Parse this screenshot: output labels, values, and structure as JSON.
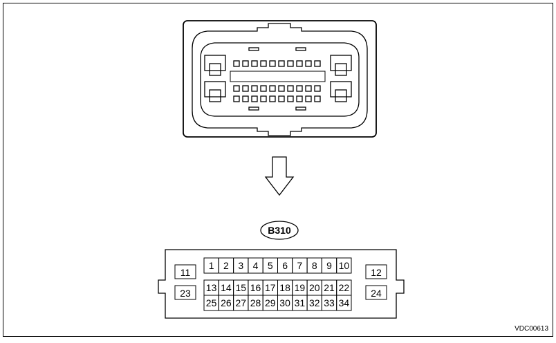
{
  "connector_label": "B310",
  "figure_code": "VDC00613",
  "pins": {
    "row1": [
      "1",
      "2",
      "3",
      "4",
      "5",
      "6",
      "7",
      "8",
      "9",
      "10"
    ],
    "row2": [
      "13",
      "14",
      "15",
      "16",
      "17",
      "18",
      "19",
      "20",
      "21",
      "22"
    ],
    "row3": [
      "25",
      "26",
      "27",
      "28",
      "29",
      "30",
      "31",
      "32",
      "33",
      "34"
    ],
    "left_top": "11",
    "left_bottom": "23",
    "right_top": "12",
    "right_bottom": "24"
  }
}
